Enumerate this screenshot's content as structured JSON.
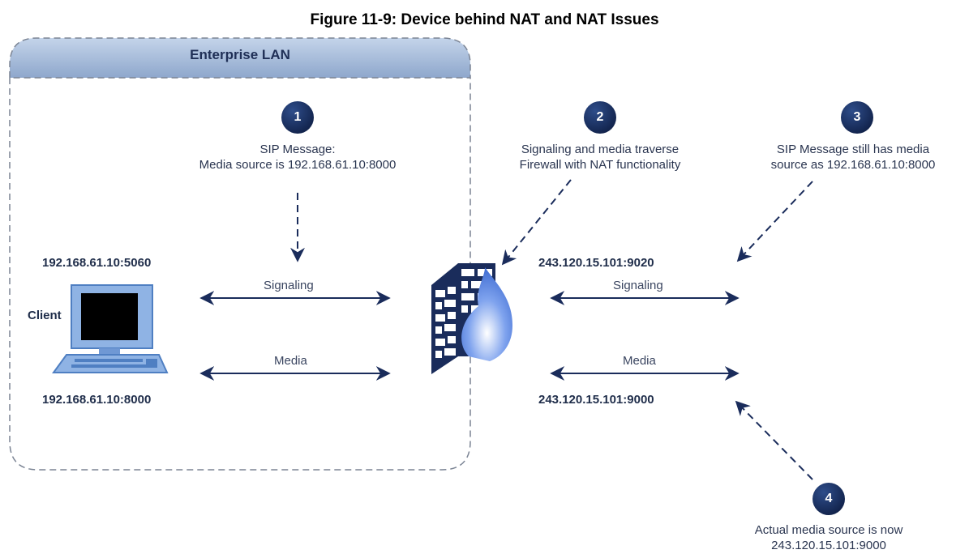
{
  "title": "Figure 11-9: Device behind NAT and NAT Issues",
  "lan": {
    "title": "Enterprise LAN"
  },
  "client": {
    "label": "Client",
    "signaling_addr": "192.168.61.10:5060",
    "media_addr": "192.168.61.10:8000"
  },
  "public": {
    "signaling_addr": "243.120.15.101:9020",
    "media_addr": "243.120.15.101:9000"
  },
  "links": {
    "left_signaling": "Signaling",
    "left_media": "Media",
    "right_signaling": "Signaling",
    "right_media": "Media"
  },
  "steps": [
    {
      "num": "1",
      "line1": "SIP Message:",
      "line2": "Media source is 192.168.61.10:8000"
    },
    {
      "num": "2",
      "line1": "Signaling and media traverse",
      "line2": "Firewall with NAT functionality"
    },
    {
      "num": "3",
      "line1": "SIP Message still has media",
      "line2": "source as 192.168.61.10:8000"
    },
    {
      "num": "4",
      "line1": "Actual media source is now",
      "line2": "243.120.15.101:9000"
    }
  ],
  "colors": {
    "navy": "#1a2c5b",
    "lan_header": "#9db3d4",
    "dash": "#7b8494",
    "flame": "#3d6fd6"
  },
  "icons": [
    "computer-icon",
    "firewall-icon"
  ]
}
